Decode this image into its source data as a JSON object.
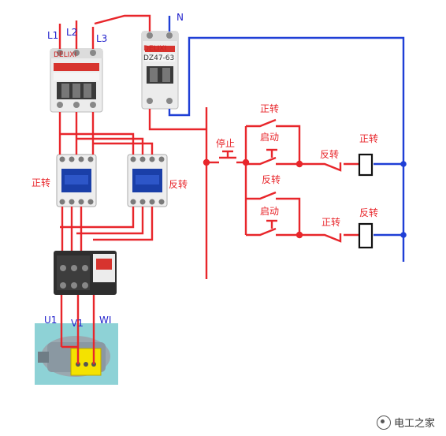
{
  "labels": {
    "l1": "L1",
    "l2": "L2",
    "l3": "L3",
    "n": "N",
    "breaker_brand": "DELIXI",
    "breaker_model": "DZ47-63",
    "breaker_rating": "C10",
    "left_contactor": "正转",
    "right_contactor": "反转",
    "stop": "停止",
    "start_top": "启动",
    "start_bottom": "启动",
    "top_branch": "正转",
    "mid_branch": "反转",
    "interlock_top": "反转",
    "interlock_bottom": "正转",
    "coil_top": "正转",
    "coil_bottom": "反转",
    "u1": "U1",
    "v1": "V1",
    "w1": "WI"
  },
  "watermark": "电工之家",
  "colors": {
    "phase_wire": "#e8262b",
    "neutral_wire": "#1f3fd6",
    "device_body": "#e9e9e9",
    "contactor_blue": "#1a3fa8",
    "motor_base": "#8ed2d6",
    "terminal_yellow": "#f4e200"
  },
  "icons": {
    "watermark": "wechat-icon"
  }
}
